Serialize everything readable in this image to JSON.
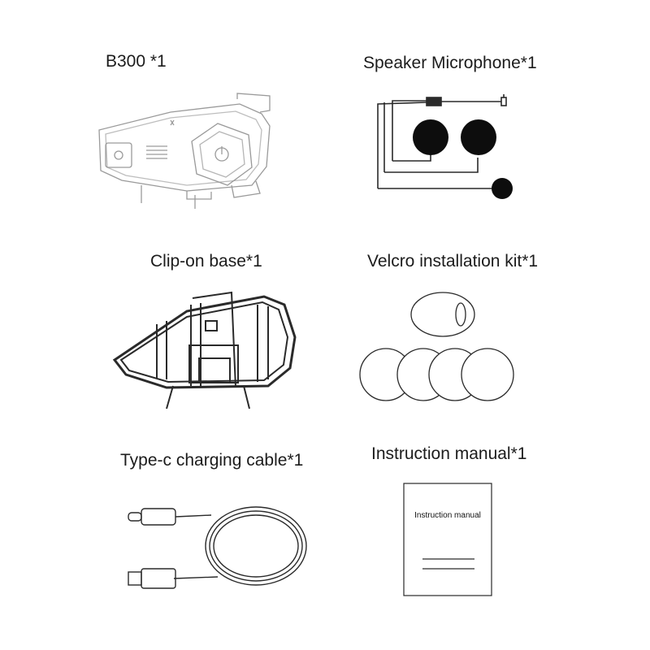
{
  "items": {
    "b300": {
      "label": "B300 *1"
    },
    "speaker_microphone": {
      "label": "Speaker Microphone*1"
    },
    "clip_on_base": {
      "label": "Clip-on base*1"
    },
    "velcro_kit": {
      "label": "Velcro installation kit*1"
    },
    "charging_cable": {
      "label": "Type-c charging cable*1"
    },
    "instruction_manual": {
      "label": "Instruction manual*1",
      "cover_text": "Instruction manual"
    }
  },
  "colors": {
    "line": "#2a2a2a",
    "light_line": "#8a8a8a",
    "fill_dark": "#0d0d0d"
  }
}
